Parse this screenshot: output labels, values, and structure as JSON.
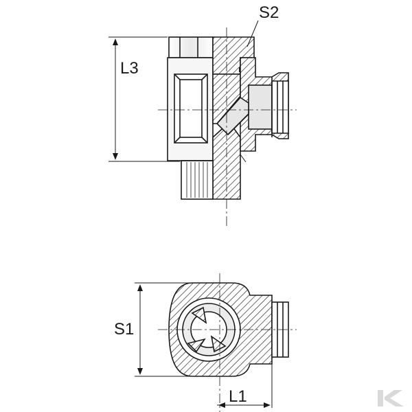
{
  "dimensions": {
    "s2": "S2",
    "l3": "L3",
    "s1": "S1",
    "l1": "L1"
  },
  "colors": {
    "line": "#1a1a1a",
    "body_fill": "#f4f4f4",
    "hatch": "#444444",
    "bore_fill": "#e2e2e2",
    "watermark": "#d9d9d9"
  },
  "icons": [
    "brand-watermark-icon"
  ]
}
